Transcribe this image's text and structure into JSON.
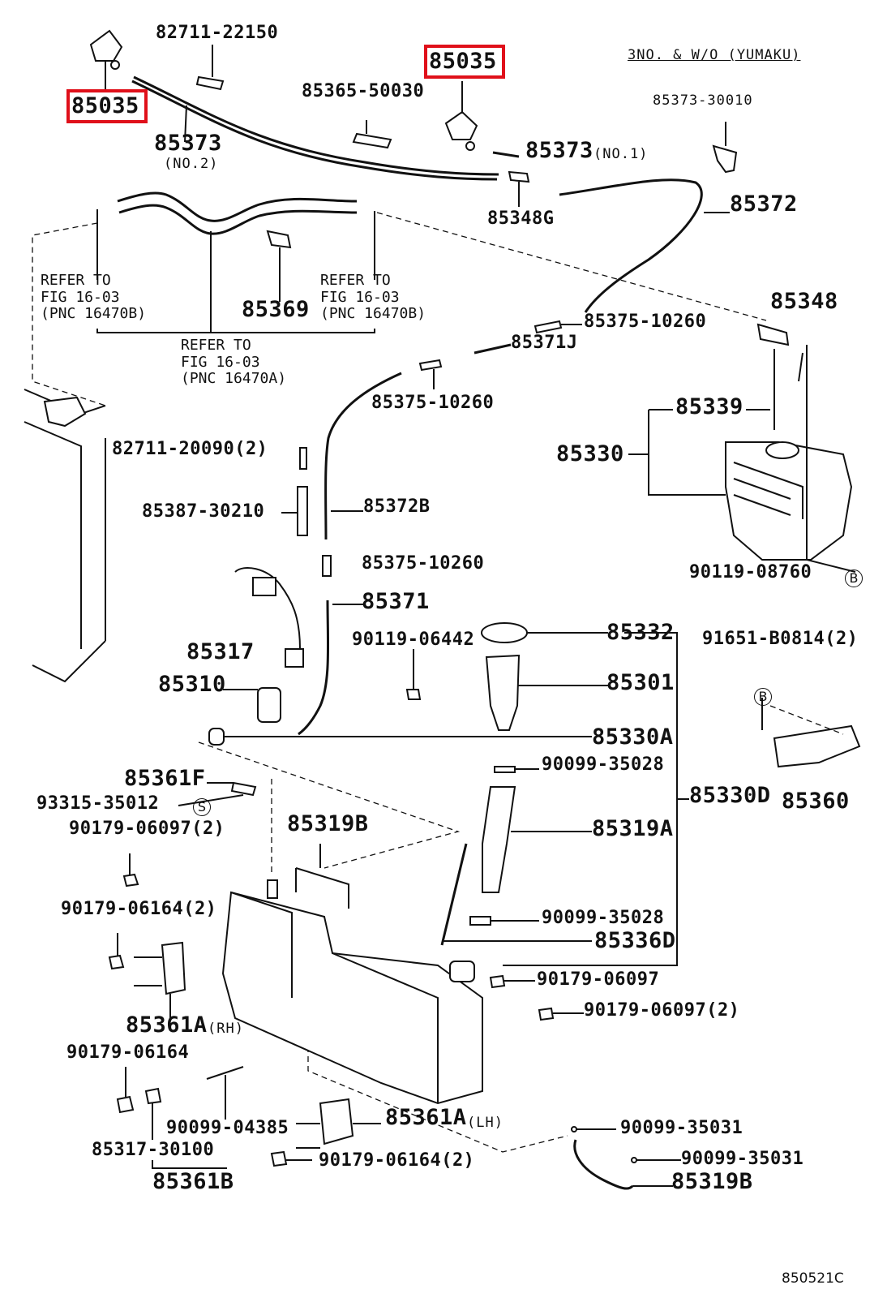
{
  "header": {
    "note": "3NO. & W/O (YUMAKU)"
  },
  "footer": {
    "figure_code": "850521C"
  },
  "labels": {
    "p85035_left": "85035",
    "p85035_top": "85035",
    "p82711_22150": "82711-22150",
    "p85365_50030": "85365-50030",
    "p85373_no2": "85373",
    "no2": "(NO.2)",
    "p85373_no1": "85373",
    "no1": "(NO.1)",
    "p85373_30010": "85373-30010",
    "p85348g": "85348G",
    "p85372": "85372",
    "p85369": "85369",
    "refer1_l1": "REFER TO",
    "refer1_l2": "FIG 16-03",
    "refer1_l3": "(PNC 16470B)",
    "refer2_l1": "REFER TO",
    "refer2_l2": "FIG 16-03",
    "refer2_l3": "(PNC 16470B)",
    "refer3_l1": "REFER TO",
    "refer3_l2": "FIG 16-03",
    "refer3_l3": "(PNC 16470A)",
    "p85348": "85348",
    "p85375_10260_a": "85375-10260",
    "p85371j": "85371J",
    "p85375_10260_b": "85375-10260",
    "p85339": "85339",
    "p85330": "85330",
    "p82711_20090": "82711-20090(2)",
    "p85387_30210": "85387-30210",
    "p85372b": "85372B",
    "p85375_10260_c": "85375-10260",
    "p90119_08760": "90119-08760",
    "p85371": "85371",
    "p85317": "85317",
    "p90119_06442": "90119-06442",
    "p85332": "85332",
    "p91651_b0814": "91651-B0814(2)",
    "p85310": "85310",
    "p85301": "85301",
    "p85330a": "85330A",
    "p90099_35028_a": "90099-35028",
    "p85330d": "85330D",
    "p85361f": "85361F",
    "p93315_35012": "93315-35012",
    "p85360": "85360",
    "p90179_06097_2a": "90179-06097(2)",
    "p85319b_top": "85319B",
    "p85319a": "85319A",
    "p90179_06164_2": "90179-06164(2)",
    "p90099_35028_b": "90099-35028",
    "p85336d": "85336D",
    "p90179_06097": "90179-06097",
    "p90179_06097_2b": "90179-06097(2)",
    "p85361a_rh": "85361A",
    "rh": "(RH)",
    "p90179_06164": "90179-06164",
    "p90099_04385": "90099-04385",
    "p85361a_lh": "85361A",
    "lh": "(LH)",
    "p90099_35031_a": "90099-35031",
    "p85317_30100": "85317-30100",
    "p90179_06164_2b": "90179-06164(2)",
    "p90099_35031_b": "90099-35031",
    "p85361b": "85361B",
    "p85319b_bottom": "85319B",
    "circ_b1": "B",
    "circ_b2": "B",
    "circ_s": "S"
  },
  "colors": {
    "highlight": "#e0101a",
    "ink": "#111111"
  }
}
